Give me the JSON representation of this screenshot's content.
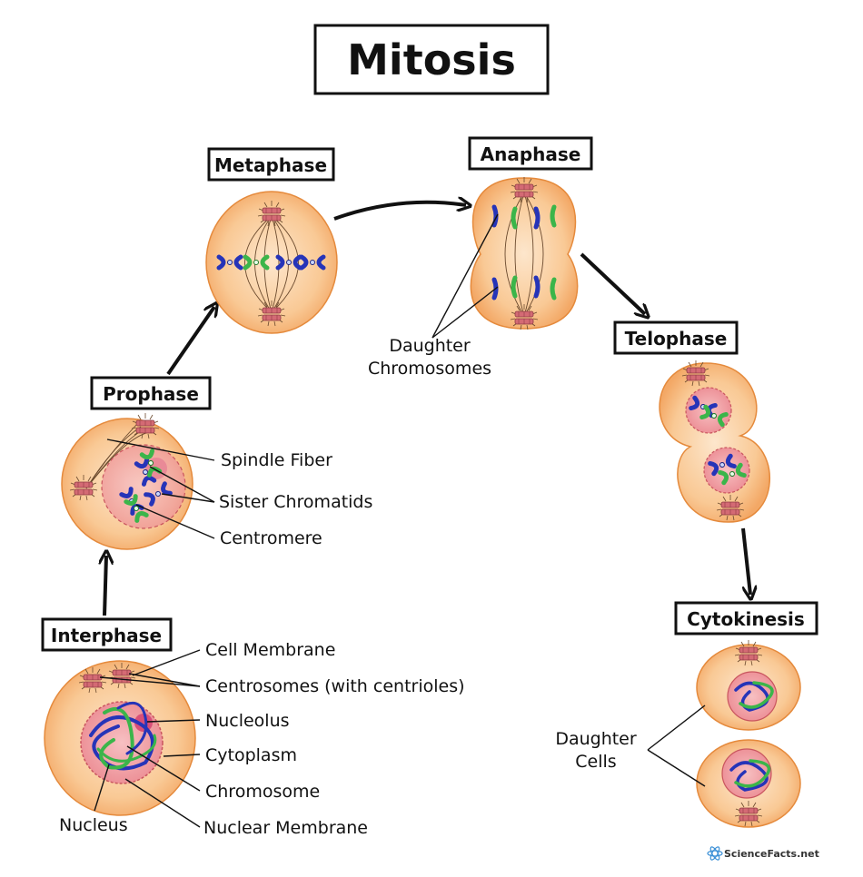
{
  "title": "Mitosis",
  "stages": {
    "interphase": "Interphase",
    "prophase": "Prophase",
    "metaphase": "Metaphase",
    "anaphase": "Anaphase",
    "telophase": "Telophase",
    "cytokinesis": "Cytokinesis"
  },
  "labels": {
    "cell_membrane": "Cell Membrane",
    "centrosomes": "Centrosomes (with centrioles)",
    "nucleolus": "Nucleolus",
    "cytoplasm": "Cytoplasm",
    "chromosome": "Chromosome",
    "nucleus": "Nucleus",
    "nuclear_membrane": "Nuclear Membrane",
    "spindle_fiber": "Spindle Fiber",
    "sister_chromatids": "Sister Chromatids",
    "centromere": "Centromere",
    "daughter_chromosomes_line1": "Daughter",
    "daughter_chromosomes_line2": "Chromosomes",
    "daughter_cells_line1": "Daughter",
    "daughter_cells_line2": "Cells"
  },
  "logo": "ScienceFacts.net",
  "colors": {
    "cell_fill": "#f9c995",
    "cell_edge": "#e58a3c",
    "nucleus_fill": "#f2a3a8",
    "nucleus_edge": "#c9555e",
    "nucleolus": "#d94f78",
    "chromosome_blue": "#2634b8",
    "chromosome_green": "#3bb54a",
    "centrosome": "#d46a74"
  }
}
